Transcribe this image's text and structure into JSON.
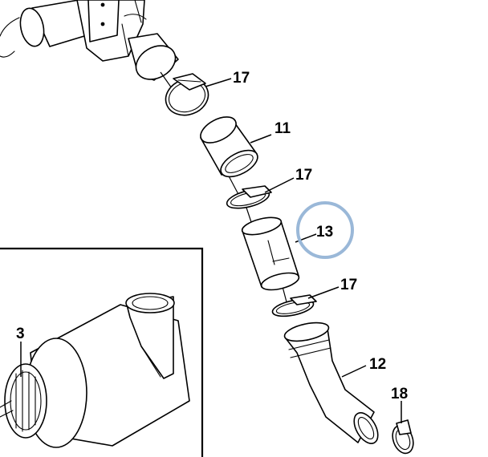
{
  "callouts": [
    {
      "id": "c17a",
      "label": "17"
    },
    {
      "id": "c11",
      "label": "11"
    },
    {
      "id": "c17b",
      "label": "17"
    },
    {
      "id": "c13",
      "label": "13",
      "highlighted": true
    },
    {
      "id": "c17c",
      "label": "17"
    },
    {
      "id": "c12",
      "label": "12"
    },
    {
      "id": "c18",
      "label": "18"
    },
    {
      "id": "c3",
      "label": "3"
    }
  ],
  "colors": {
    "line": "#000000",
    "highlight_ring": "#9ab8d8",
    "background": "#ffffff"
  }
}
